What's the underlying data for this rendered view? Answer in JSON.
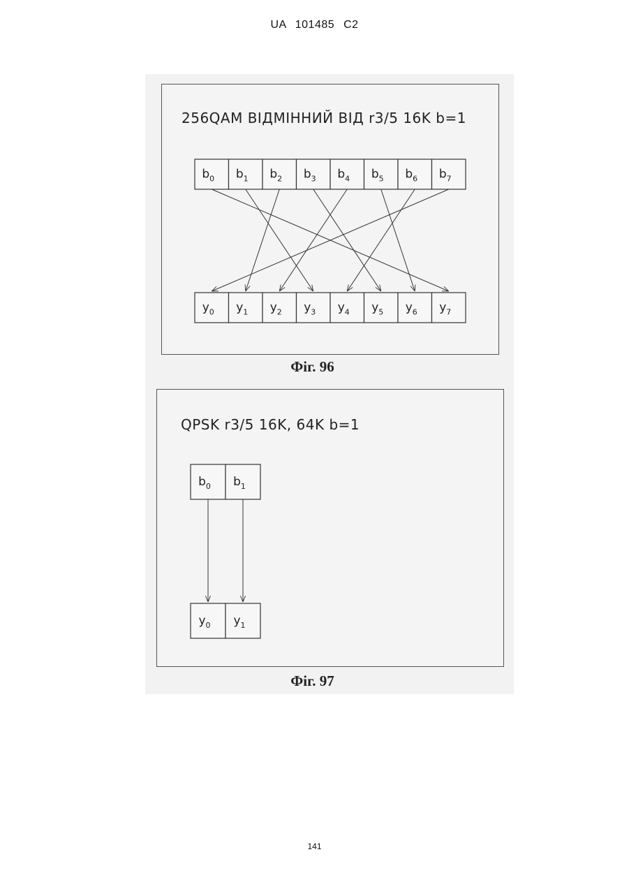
{
  "header": {
    "text": "UA   101485   C2"
  },
  "figures": [
    {
      "id": "fig96",
      "title": "256QAM ВІДМІННИЙ ВІД r3/5 16K b=1",
      "caption": "Фіг. 96",
      "inputs": [
        {
          "base": "b",
          "sub": "0"
        },
        {
          "base": "b",
          "sub": "1"
        },
        {
          "base": "b",
          "sub": "2"
        },
        {
          "base": "b",
          "sub": "3"
        },
        {
          "base": "b",
          "sub": "4"
        },
        {
          "base": "b",
          "sub": "5"
        },
        {
          "base": "b",
          "sub": "6"
        },
        {
          "base": "b",
          "sub": "7"
        }
      ],
      "outputs": [
        {
          "base": "y",
          "sub": "0"
        },
        {
          "base": "y",
          "sub": "1"
        },
        {
          "base": "y",
          "sub": "2"
        },
        {
          "base": "y",
          "sub": "3"
        },
        {
          "base": "y",
          "sub": "4"
        },
        {
          "base": "y",
          "sub": "5"
        },
        {
          "base": "y",
          "sub": "6"
        },
        {
          "base": "y",
          "sub": "7"
        }
      ],
      "mapping": [
        {
          "from": "b0",
          "to": "y7"
        },
        {
          "from": "b1",
          "to": "y3"
        },
        {
          "from": "b2",
          "to": "y1"
        },
        {
          "from": "b3",
          "to": "y5"
        },
        {
          "from": "b4",
          "to": "y2"
        },
        {
          "from": "b5",
          "to": "y6"
        },
        {
          "from": "b6",
          "to": "y4"
        },
        {
          "from": "b7",
          "to": "y0"
        }
      ]
    },
    {
      "id": "fig97",
      "title": "QPSK r3/5 16K, 64K b=1",
      "caption": "Фіг. 97",
      "inputs": [
        {
          "base": "b",
          "sub": "0"
        },
        {
          "base": "b",
          "sub": "1"
        }
      ],
      "outputs": [
        {
          "base": "y",
          "sub": "0"
        },
        {
          "base": "y",
          "sub": "1"
        }
      ],
      "mapping": [
        {
          "from": "b0",
          "to": "y0"
        },
        {
          "from": "b1",
          "to": "y1"
        }
      ]
    }
  ],
  "page_number": "141"
}
